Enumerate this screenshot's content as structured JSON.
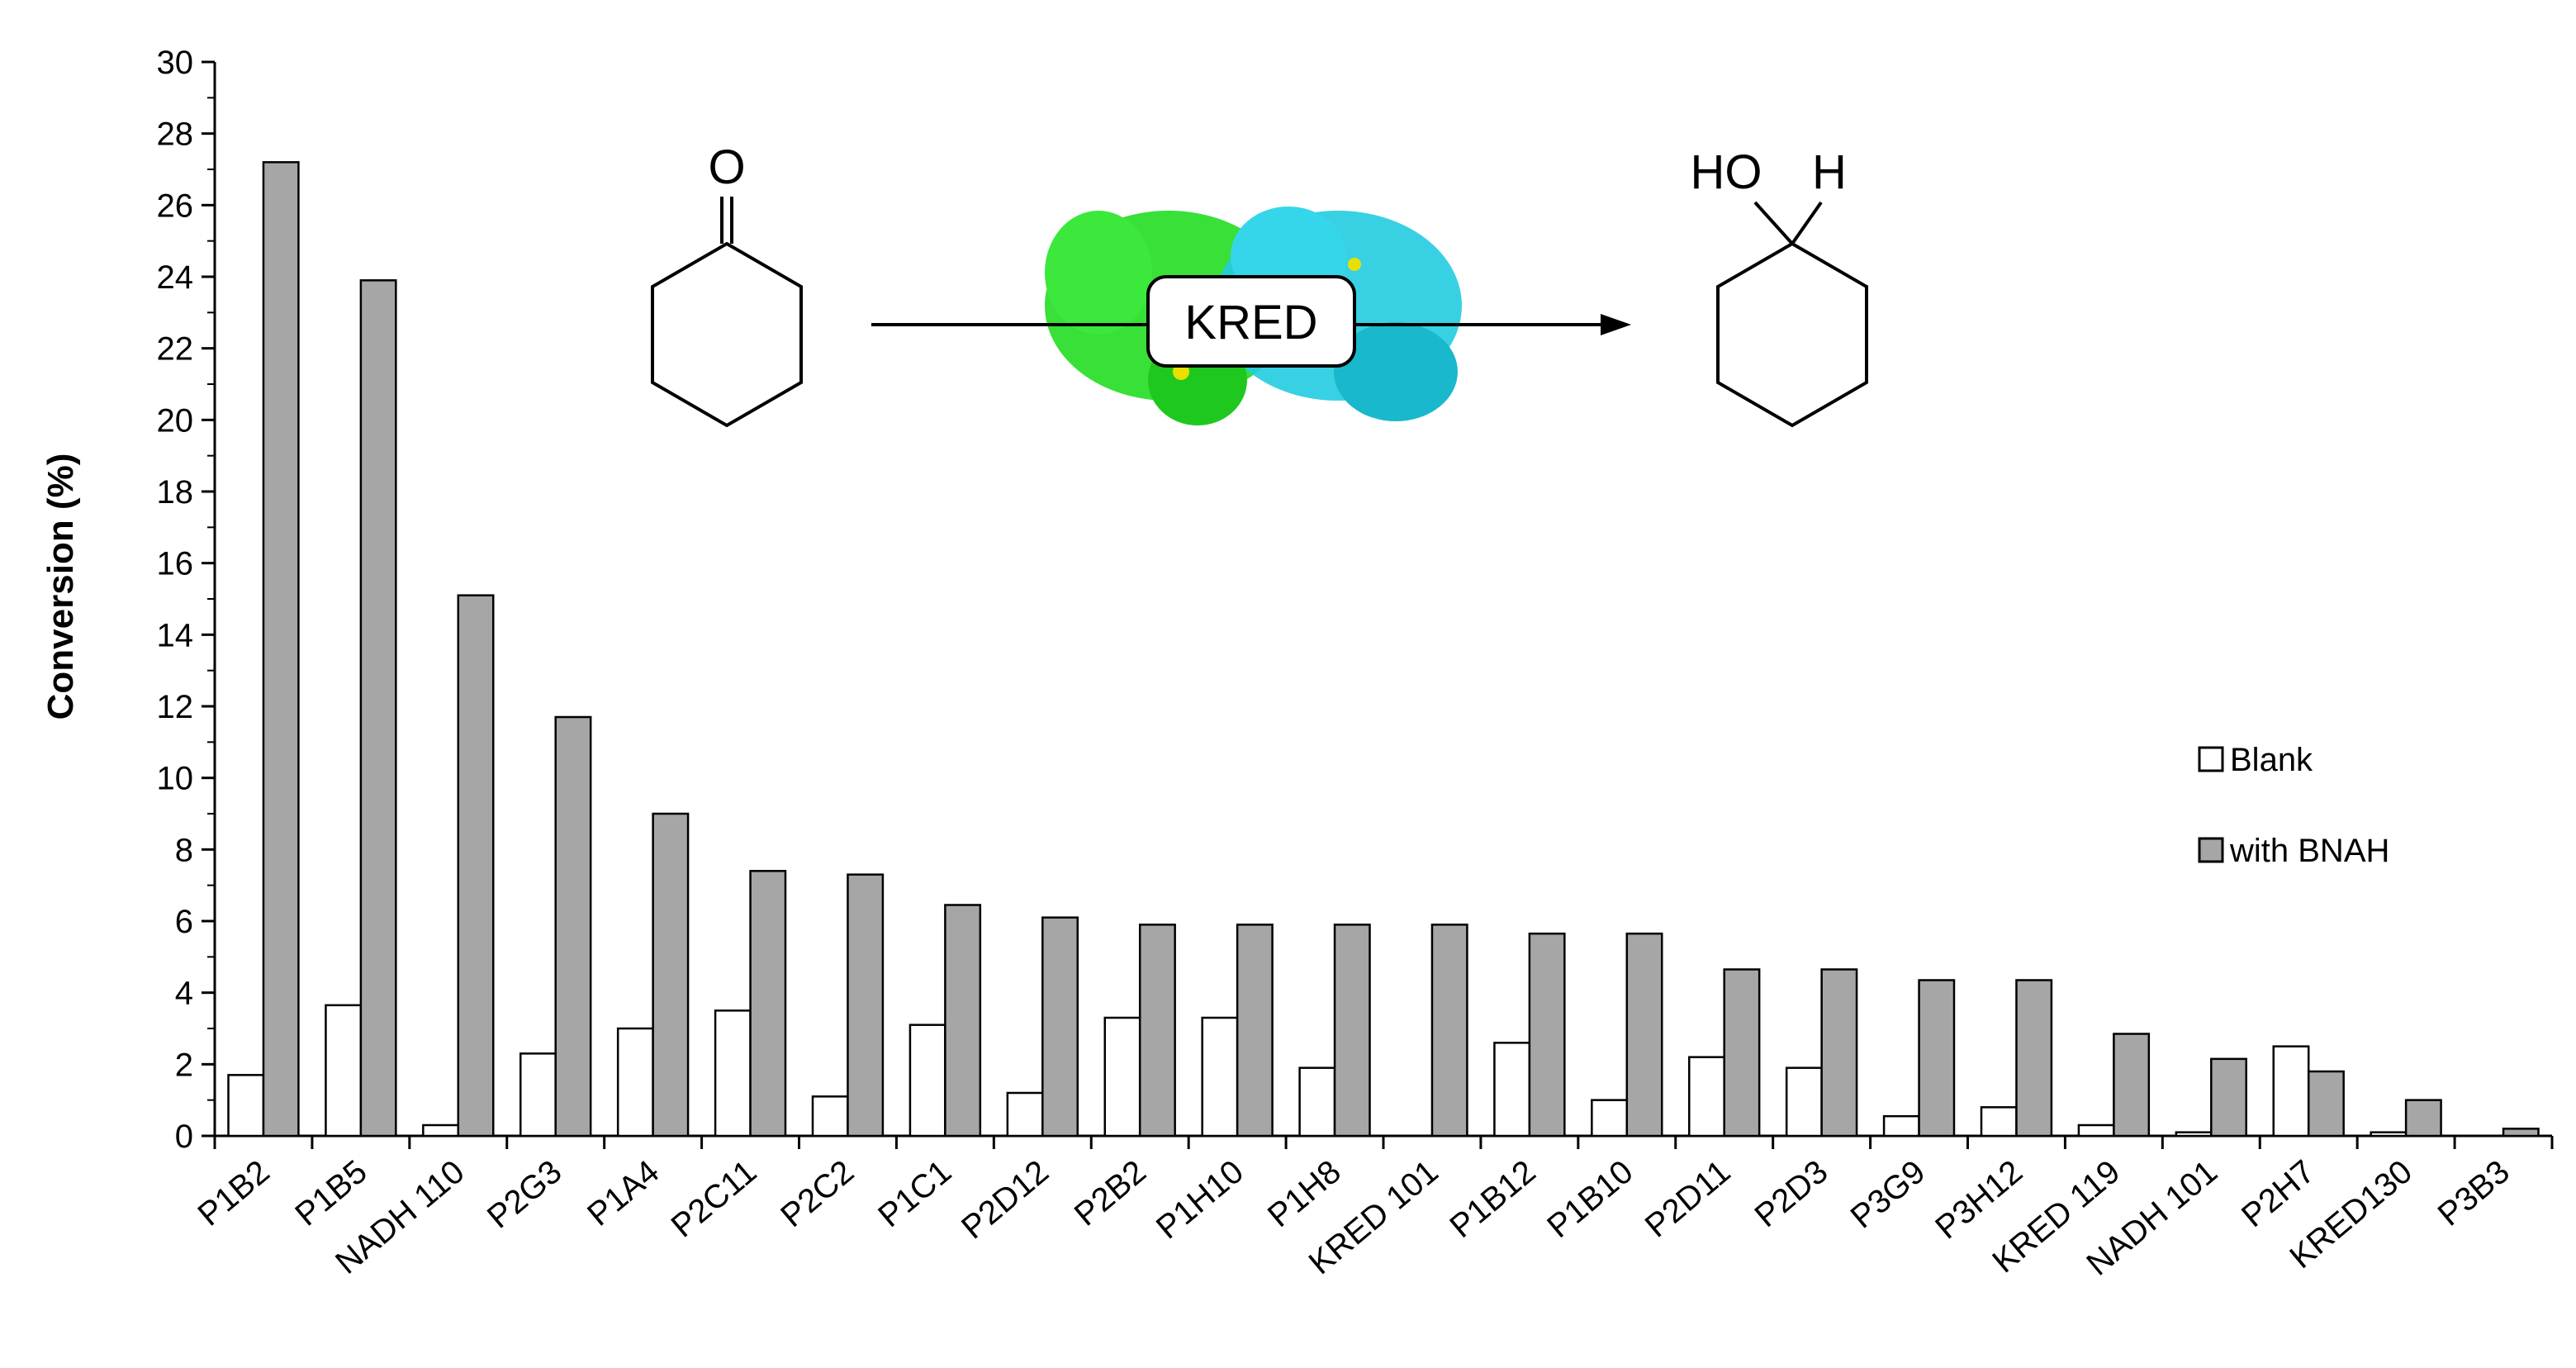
{
  "colors": {
    "blank_fill": "#ffffff",
    "bnah_fill": "#a6a6a6",
    "bar_stroke": "#000000",
    "enzyme_green": "#22dd22",
    "enzyme_cyan": "#22cce0",
    "cofactor_yellow": "#e8e000"
  },
  "scheme": {
    "reactant_atom": "O",
    "product_atom_left": "HO",
    "product_atom_right": "H",
    "enzyme_label": "KRED"
  },
  "chart_data": {
    "type": "bar",
    "ylabel": "Conversion (%)",
    "xlabel": "",
    "ylim": [
      0,
      30
    ],
    "yticks": [
      0,
      2,
      4,
      6,
      8,
      10,
      12,
      14,
      16,
      18,
      20,
      22,
      24,
      26,
      28,
      30
    ],
    "grid": false,
    "legend_position": "right",
    "categories": [
      "P1B2",
      "P1B5",
      "NADH 110",
      "P2G3",
      "P1A4",
      "P2C11",
      "P2C2",
      "P1C1",
      "P2D12",
      "P2B2",
      "P1H10",
      "P1H8",
      "KRED 101",
      "P1B12",
      "P1B10",
      "P2D11",
      "P2D3",
      "P3G9",
      "P3H12",
      "KRED 119",
      "NADH 101",
      "P2H7",
      "KRED130",
      "P3B3"
    ],
    "series": [
      {
        "name": "Blank",
        "values": [
          1.7,
          3.65,
          0.3,
          2.3,
          3.0,
          3.5,
          1.1,
          3.1,
          1.2,
          3.3,
          3.3,
          1.9,
          0.0,
          2.6,
          1.0,
          2.2,
          1.9,
          0.55,
          0.8,
          0.3,
          0.1,
          2.5,
          0.1,
          0.0
        ]
      },
      {
        "name": "with BNAH",
        "values": [
          27.2,
          23.9,
          15.1,
          11.7,
          9.0,
          7.4,
          7.3,
          6.45,
          6.1,
          5.9,
          5.9,
          5.9,
          5.9,
          5.65,
          5.65,
          4.65,
          4.65,
          4.35,
          4.35,
          2.85,
          2.15,
          1.8,
          1.0,
          0.2
        ]
      }
    ]
  }
}
